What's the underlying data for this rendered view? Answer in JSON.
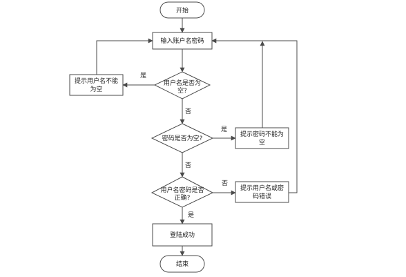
{
  "nodes": {
    "start": "开始",
    "input": "输入账户名密码",
    "d1": [
      "用户名是否为",
      "空?"
    ],
    "p1": [
      "提示用户名不能",
      "为空"
    ],
    "d2": "密码是否为空?",
    "p2": [
      "提示密码不能为",
      "空"
    ],
    "d3": [
      "用户名密码是否",
      "正确?"
    ],
    "p3": [
      "提示用户名或密",
      "码错误"
    ],
    "success": "登陆成功",
    "end": "结束"
  },
  "edges": {
    "d1_yes": "是",
    "d1_no": "否",
    "d2_yes": "是",
    "d2_no": "否",
    "d3_no": "否",
    "d3_yes": "是"
  }
}
